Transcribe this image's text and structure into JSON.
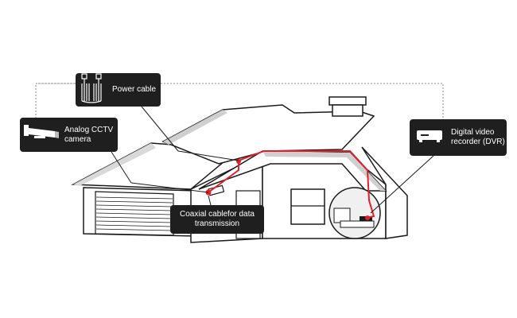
{
  "labels": {
    "power_cable": "Power cable",
    "analog_camera": "Analog CCTV camera",
    "coaxial_cable": "Coaxial cablefor data transmission",
    "dvr": "Digital video recorder (DVR)"
  },
  "colors": {
    "callout_bg": "#1f1f1f",
    "callout_text": "#ffffff",
    "cable": "#e3202a",
    "outline": "#1a1a1a",
    "leader": "#888888"
  },
  "icons": {
    "power": "power-plug-icon",
    "camera": "cctv-camera-icon",
    "dvr": "dvr-device-icon"
  }
}
